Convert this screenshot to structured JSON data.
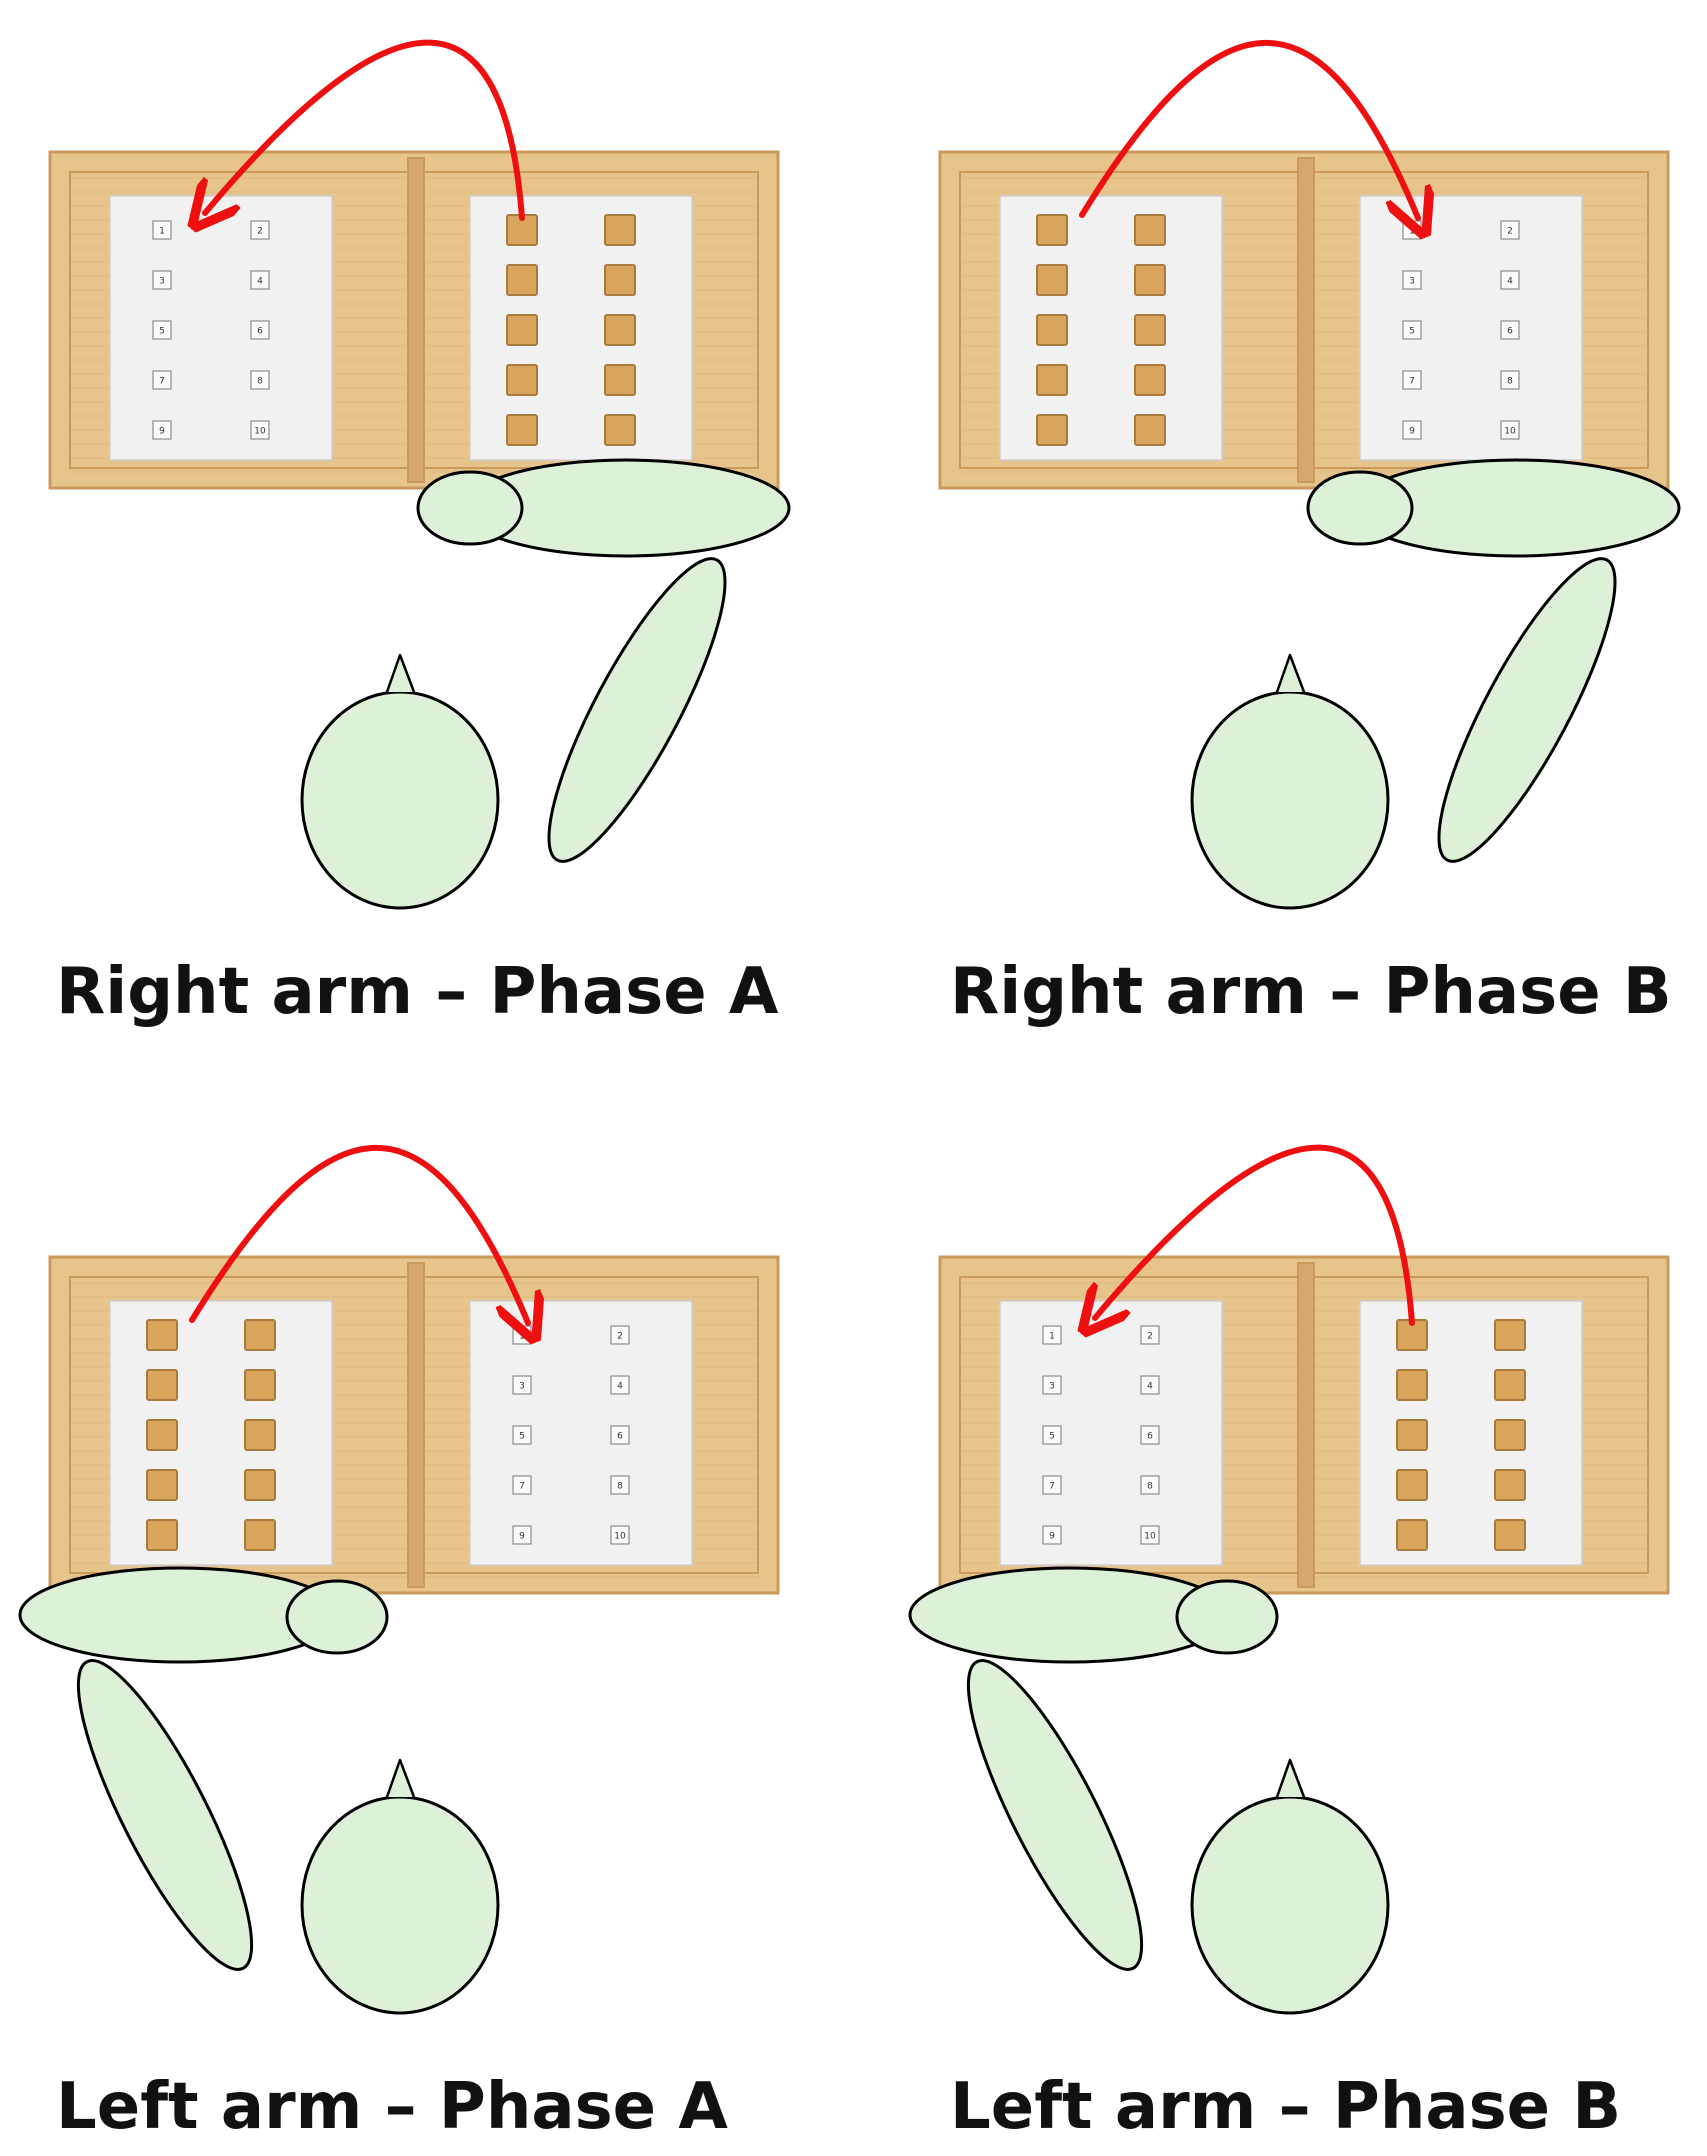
{
  "colors": {
    "body_fill": "#ddf0d8",
    "outline": "#000000",
    "arrow": "#ee1010",
    "wood": "#e7c48c",
    "wood_dark": "#c99a5a",
    "paper": "#f1f1f1",
    "cube": "#d9a55d"
  },
  "grid_numbers": [
    "1",
    "2",
    "3",
    "4",
    "5",
    "6",
    "7",
    "8",
    "9",
    "10"
  ],
  "panels": [
    {
      "caption": "Right arm – Phase A",
      "arm": "right",
      "cubes_side": "right"
    },
    {
      "caption": "Right arm – Phase B",
      "arm": "right",
      "cubes_side": "left"
    },
    {
      "caption": "Left arm – Phase A",
      "arm": "left",
      "cubes_side": "left"
    },
    {
      "caption": "Left arm – Phase B",
      "arm": "left",
      "cubes_side": "right"
    }
  ]
}
